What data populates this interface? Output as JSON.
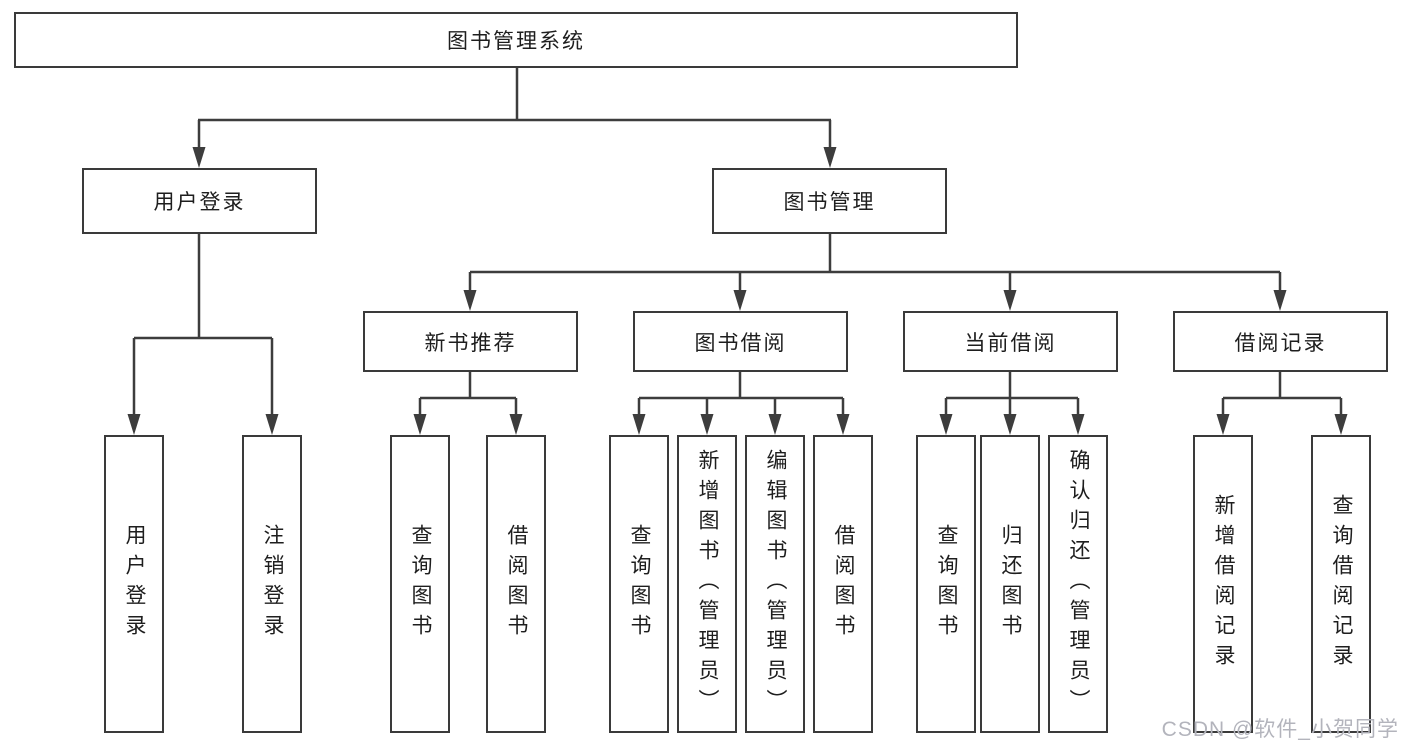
{
  "diagram": {
    "root": {
      "label": "图书管理系统"
    },
    "branches": [
      {
        "label": "用户登录",
        "children": [
          {
            "label": "用户登录"
          },
          {
            "label": "注销登录"
          }
        ]
      },
      {
        "label": "图书管理",
        "children": [
          {
            "label": "新书推荐",
            "children": [
              {
                "label": "查询图书"
              },
              {
                "label": "借阅图书"
              }
            ]
          },
          {
            "label": "图书借阅",
            "children": [
              {
                "label": "查询图书"
              },
              {
                "label": "新增图书（管理员）"
              },
              {
                "label": "编辑图书（管理员）"
              },
              {
                "label": "借阅图书"
              }
            ]
          },
          {
            "label": "当前借阅",
            "children": [
              {
                "label": "查询图书"
              },
              {
                "label": "归还图书"
              },
              {
                "label": "确认归还（管理员）"
              }
            ]
          },
          {
            "label": "借阅记录",
            "children": [
              {
                "label": "新增借阅记录"
              },
              {
                "label": "查询借阅记录"
              }
            ]
          }
        ]
      }
    ]
  },
  "watermark": {
    "text": "CSDN @软件_小贺同学"
  },
  "colors": {
    "background": "#ffffff",
    "box_border": "#3a3a3a",
    "connector": "#3d3d3d",
    "label_text": "#1e1e1e",
    "watermark_text": "#b3b4bc"
  }
}
